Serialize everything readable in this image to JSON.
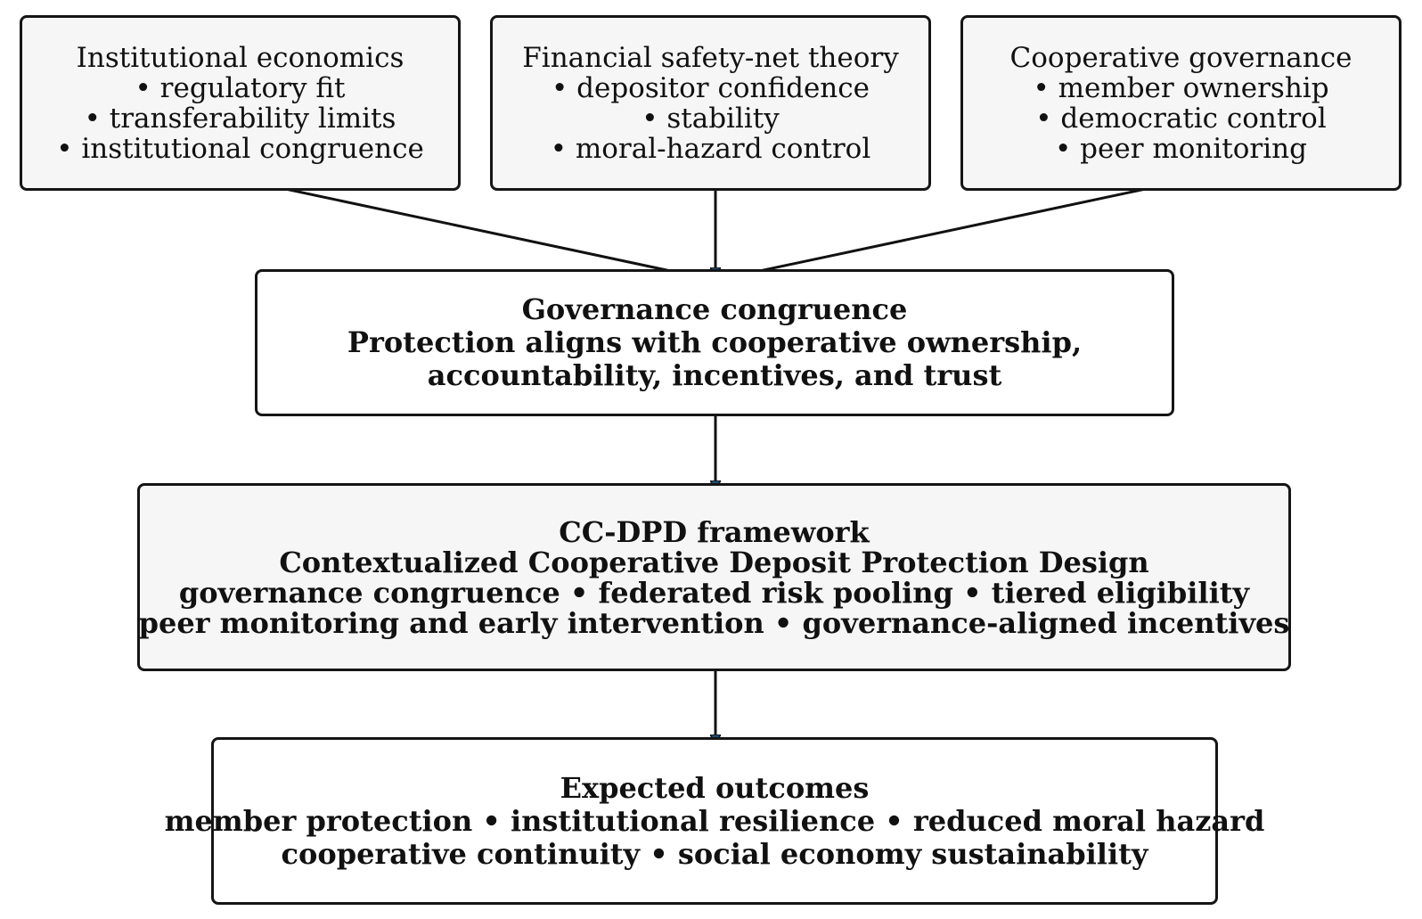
{
  "sources": [
    {
      "title": "Institutional economics",
      "items": [
        "• regulatory fit",
        "• transferability limits",
        "• institutional congruence"
      ]
    },
    {
      "title": "Financial safety-net theory",
      "items": [
        "• depositor confidence",
        "• stability",
        "• moral-hazard control"
      ]
    },
    {
      "title": "Cooperative governance",
      "items": [
        "• member ownership",
        "• democratic control",
        "• peer monitoring"
      ]
    }
  ],
  "governance": {
    "title": "Governance congruence",
    "lines": [
      "Protection aligns with cooperative ownership,",
      "accountability, incentives, and trust"
    ]
  },
  "framework": {
    "title": "CC-DPD framework",
    "lines": [
      "Contextualized Cooperative Deposit Protection Design",
      "governance congruence • federated risk pooling • tiered eligibility",
      "peer monitoring and early intervention • governance-aligned incentives"
    ]
  },
  "outcomes": {
    "title": "Expected outcomes",
    "lines": [
      "member protection • institutional resilience • reduced moral hazard",
      "cooperative continuity • social economy sustainability"
    ]
  },
  "colors": {
    "box_fill_shaded": "#f6f6f6",
    "box_fill_plain": "#ffffff",
    "border": "#151515",
    "arrow_line": "#111111",
    "arrow_head": "#1f4e79"
  }
}
